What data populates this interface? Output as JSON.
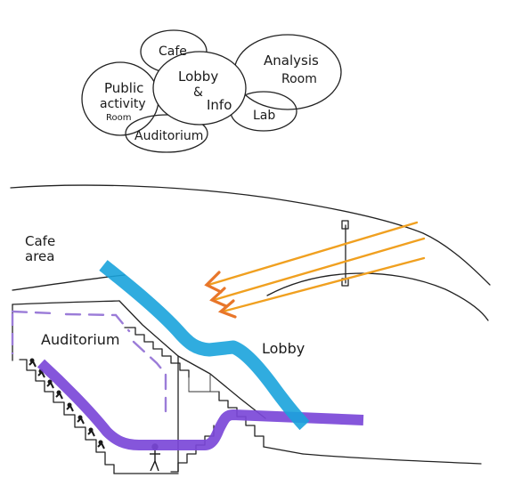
{
  "bubble_diagram": {
    "cafe": "Cafe",
    "lobby_line1": "Lobby",
    "lobby_line2": "&",
    "lobby_line3": "Info",
    "analysis_line1": "Analysis",
    "analysis_line2": "Room",
    "public_line1": "Public",
    "public_line2": "activity",
    "public_line3": "Room",
    "lab": "Lab",
    "auditorium": "Auditorium"
  },
  "section": {
    "cafe_area_line1": "Cafe",
    "cafe_area_line2": "area",
    "auditorium": "Auditorium",
    "lobby": "Lobby"
  },
  "colors": {
    "ink": "#222222",
    "daylight_arrows": "#f0a020",
    "daylight_arrowheads": "#e8762a",
    "circulation_blue": "#1aa3dc",
    "circulation_purple": "#7b48d8",
    "auditorium_outline": "#9b7cd8"
  }
}
